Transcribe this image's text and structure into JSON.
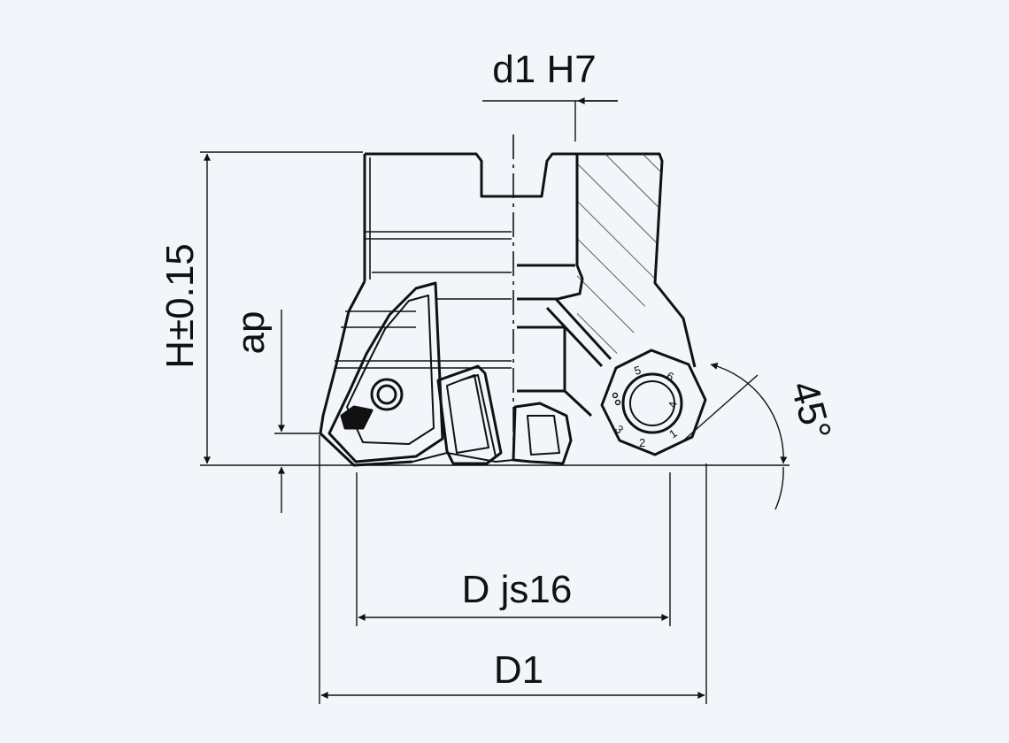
{
  "colors": {
    "background": "#f2f6fa",
    "line": "#111111",
    "hatch": "#333333"
  },
  "labels": {
    "bore": "d1 H7",
    "height": "H±0.15",
    "depth": "ap",
    "diameter": "D js16",
    "outer_diameter": "D1",
    "angle": "45°"
  },
  "insert_marks": [
    "5",
    "6",
    "1",
    "2",
    "3",
    "4"
  ]
}
